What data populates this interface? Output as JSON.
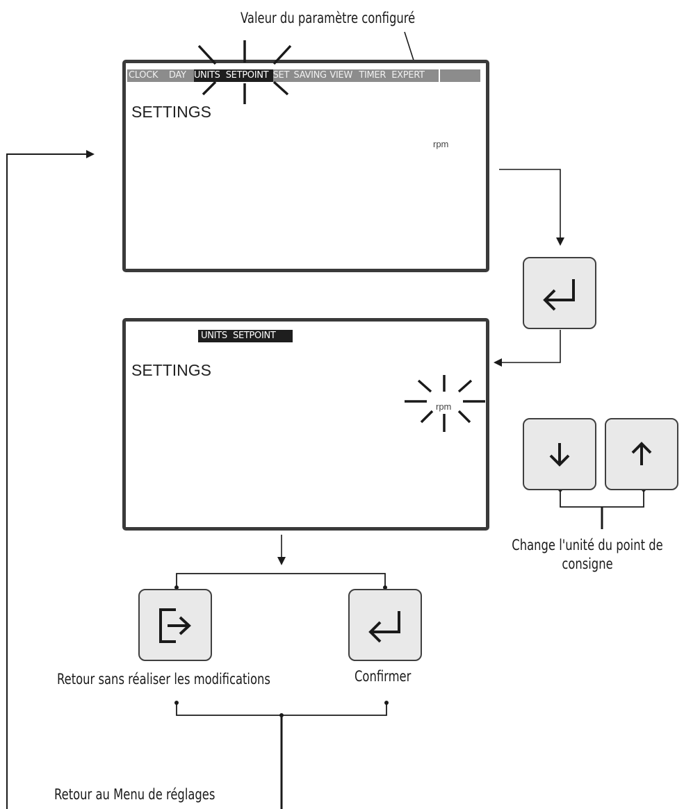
{
  "callout_top": "Valeur du paramètre configuré",
  "screen1": {
    "menu_tabs": [
      {
        "label": "CLOCK",
        "active": false
      },
      {
        "label": "DAY",
        "active": false
      },
      {
        "label": "UNITS",
        "active": true
      },
      {
        "label": "SETPOINT",
        "active": true
      },
      {
        "label": "SET",
        "active": false
      },
      {
        "label": "SAVING",
        "active": false
      },
      {
        "label": "VIEW",
        "active": false
      },
      {
        "label": "TIMER",
        "active": false
      },
      {
        "label": "EXPERT",
        "active": false
      }
    ],
    "title": "SETTINGS",
    "unit": "rpm"
  },
  "screen2": {
    "menu_tabs": [
      {
        "label": "UNITS",
        "active": true
      },
      {
        "label": "SETPOINT",
        "active": true
      }
    ],
    "title": "SETTINGS",
    "unit": "rpm"
  },
  "keys": {
    "enter": "enter-key",
    "down": "down-arrow-key",
    "up": "up-arrow-key",
    "exit": "exit-key",
    "confirm": "enter-key"
  },
  "labels": {
    "change_unit": "Change l'unité du point de\nconsigne",
    "change_unit_line1": "Change l'unité du point de",
    "change_unit_line2": "consigne",
    "back_no_changes": "Retour sans réaliser les modifications",
    "confirm": "Confirmer",
    "back_menu": "Retour au Menu de réglages"
  },
  "colors": {
    "tab_inactive": "#8c8c8c",
    "tab_active": "#1e1e1e",
    "key_fill": "#e9e9e9",
    "frame": "#3a3a3a"
  }
}
